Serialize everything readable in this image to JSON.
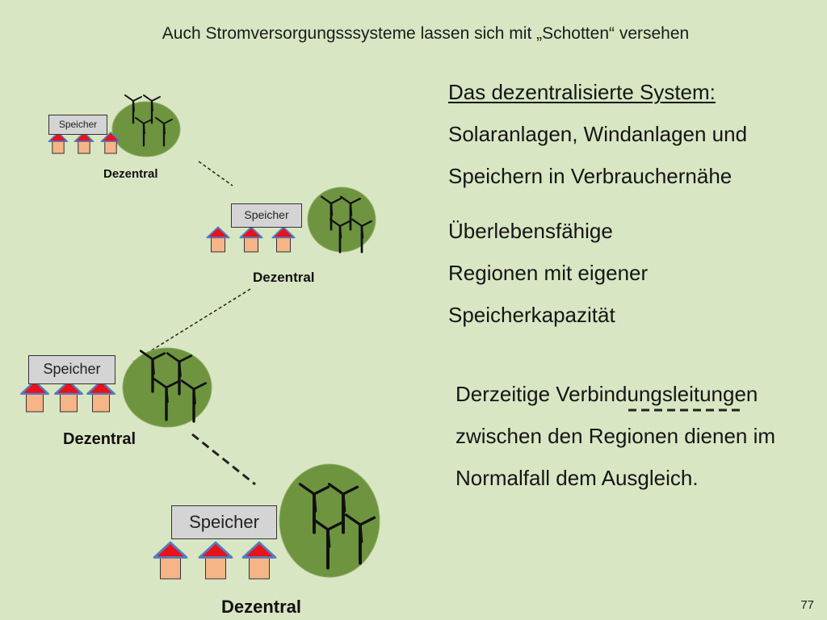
{
  "title": "Auch Stromversorgungsssysteme lassen sich mit „Schotten“ versehen",
  "text": {
    "heading": "Das dezentralisierte System:",
    "line1": "Solaranlagen, Windanlagen und",
    "line2": "Speichern in Verbrauchernähe",
    "surv1": "Überlebensfähige",
    "surv2": "Regionen mit eigener",
    "surv3": "Speicherkapazität",
    "conn1": "Derzeitige Verbindungsleitungen",
    "conn2": "zwischen den Regionen dienen im",
    "conn3": "Normalfall dem Ausgleich."
  },
  "regions": [
    {
      "storage_label": "Speicher",
      "region_label": "Dezentral"
    },
    {
      "storage_label": "Speicher",
      "region_label": "Dezentral"
    },
    {
      "storage_label": "Speicher",
      "region_label": "Dezentral"
    },
    {
      "storage_label": "Speicher",
      "region_label": "Dezentral"
    }
  ],
  "page_number": "77",
  "colors": {
    "background": "#d9e6c3",
    "hill": "#6e9440",
    "roof": "#e8121b",
    "roof_edge": "#4f7fc2",
    "house": "#f5b587",
    "storage_box": "#d4d4d4"
  }
}
